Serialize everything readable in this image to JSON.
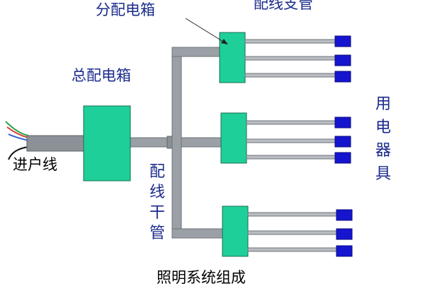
{
  "labels": {
    "branch_box": "分配电箱",
    "branch_pipe": "配线支管",
    "main_box": "总配电箱",
    "incoming_line": "进户线",
    "trunk_pipe": [
      "配",
      "线",
      "干",
      "管"
    ],
    "appliances": [
      "用",
      "电",
      "器",
      "具"
    ],
    "caption": "照明系统组成"
  },
  "colors": {
    "box_fill": "#1ecf9a",
    "box_stroke": "#1b6e52",
    "pipe_fill": "#9aa0a6",
    "pipe_dark": "#6d737a",
    "wire": "#5c6066",
    "appliance_fill": "#1515d0",
    "label_color": "#1a2a8c"
  },
  "diagram": {
    "branch_boxes": 3,
    "appliances_per_box": 3
  }
}
